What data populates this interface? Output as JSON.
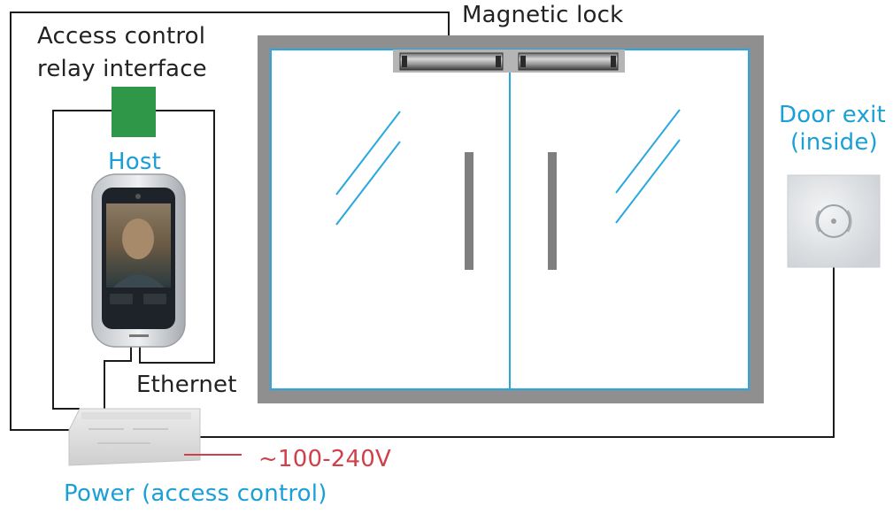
{
  "labels": {
    "magnetic_lock": "Magnetic lock",
    "relay_line1": "Access control",
    "relay_line2": "relay interface",
    "host": "Host",
    "door_exit_line1": "Door exit",
    "door_exit_line2": "(inside)",
    "ethernet": "Ethernet",
    "voltage": "~100-240V",
    "power": "Power (access control)"
  },
  "colors": {
    "wire": "#1b1b1b",
    "frame": "#8f8f8f",
    "glass_edge": "#29a8e0",
    "relay": "#2e9748",
    "handle": "#7f7f7f",
    "label_blue": "#1a9fd6",
    "voltage_red": "#d0404a"
  },
  "icons": [
    "magnetic-lock-icon",
    "relay-module-icon",
    "face-terminal-icon",
    "exit-button-icon",
    "power-supply-icon"
  ]
}
